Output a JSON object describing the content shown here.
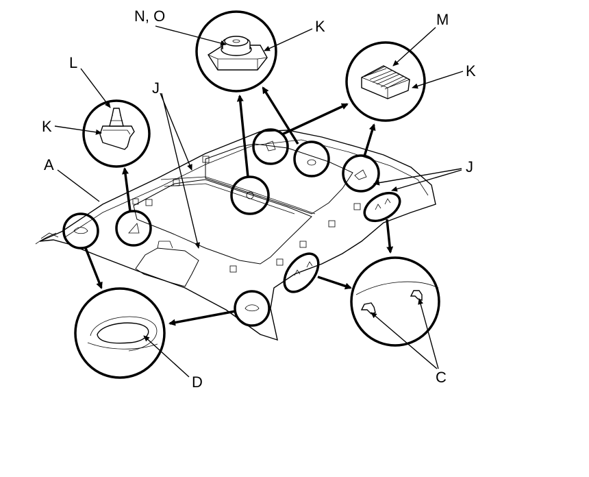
{
  "labels": {
    "a": "A",
    "c": "C",
    "d": "D",
    "j_left": "J",
    "j_right": "J",
    "k_left": "K",
    "k_top": "K",
    "k_right": "K",
    "l": "L",
    "m": "M",
    "no": "N, O"
  }
}
